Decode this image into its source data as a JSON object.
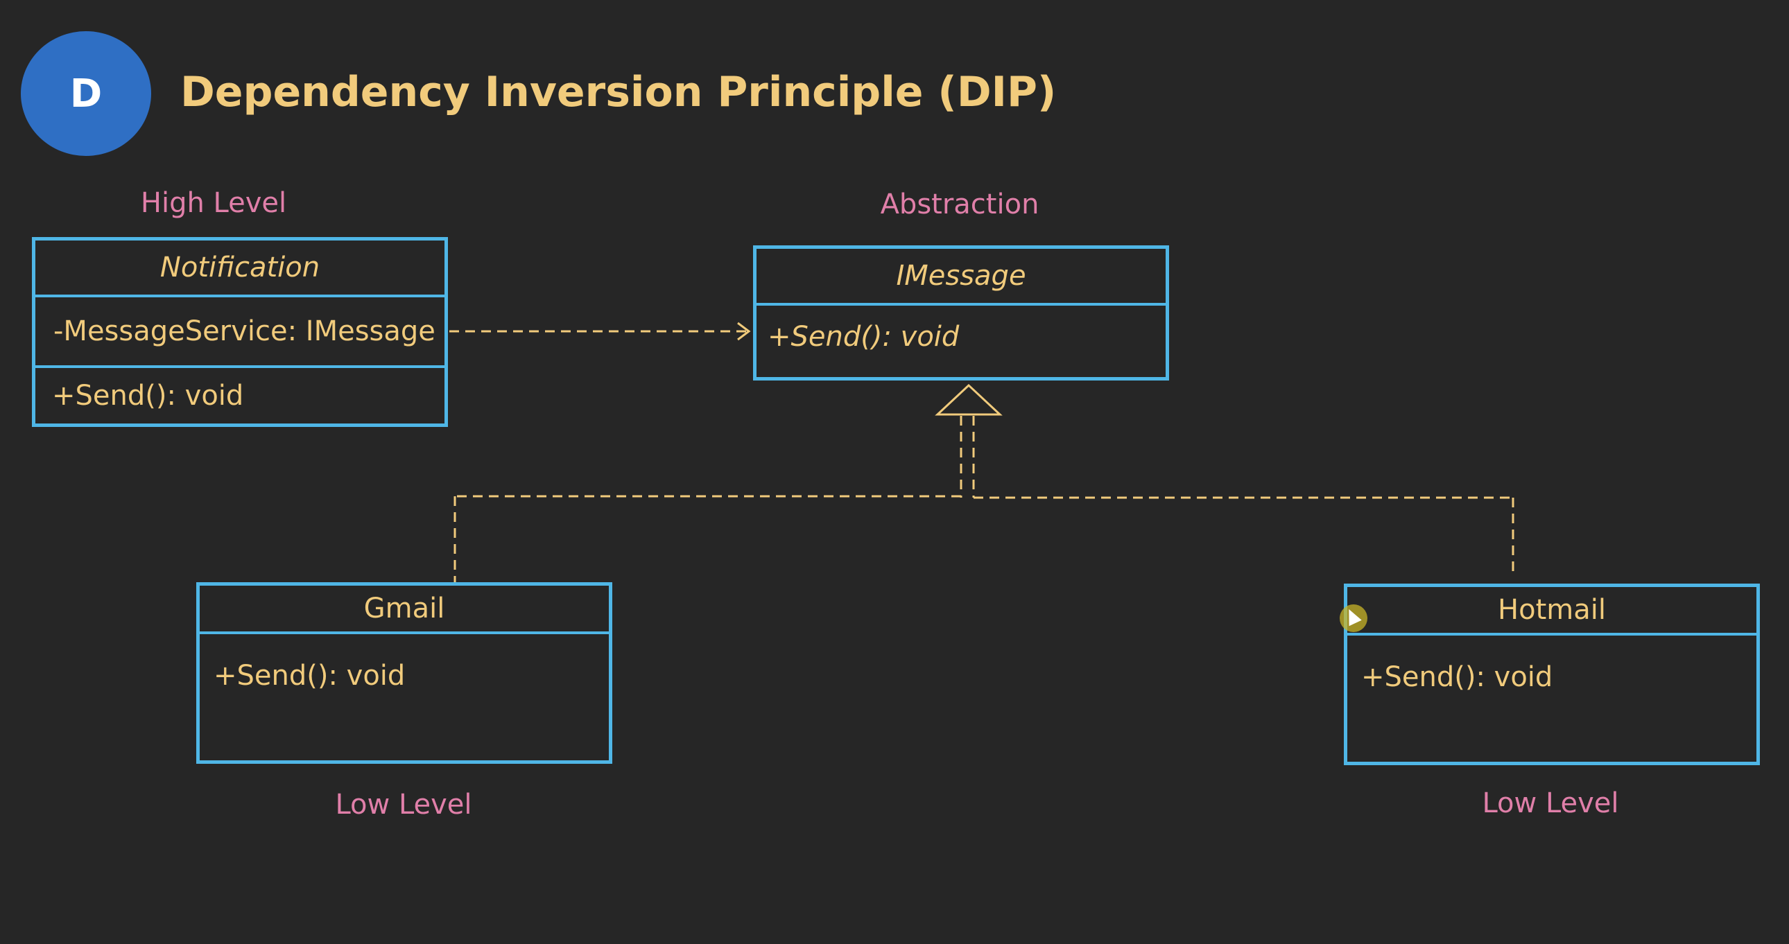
{
  "badge": {
    "letter": "D"
  },
  "title": "Dependency Inversion Principle (DIP)",
  "labels": {
    "high_level": "High Level",
    "abstraction": "Abstraction",
    "low_level_left": "Low Level",
    "low_level_right": "Low Level"
  },
  "classes": {
    "notification": {
      "name": "Notification",
      "field": "-MessageService: IMessage",
      "method": "+Send(): void"
    },
    "imessage": {
      "name": "IMessage",
      "method": "+Send(): void"
    },
    "gmail": {
      "name": "Gmail",
      "method": "+Send(): void"
    },
    "hotmail": {
      "name": "Hotmail",
      "method": "+Send(): void"
    }
  },
  "colors": {
    "background": "#262626",
    "title": "#f1cb7c",
    "label": "#e07fa9",
    "box_border": "#4fb6e6",
    "connector": "#f1cb7c",
    "badge": "#2f6fc4"
  }
}
